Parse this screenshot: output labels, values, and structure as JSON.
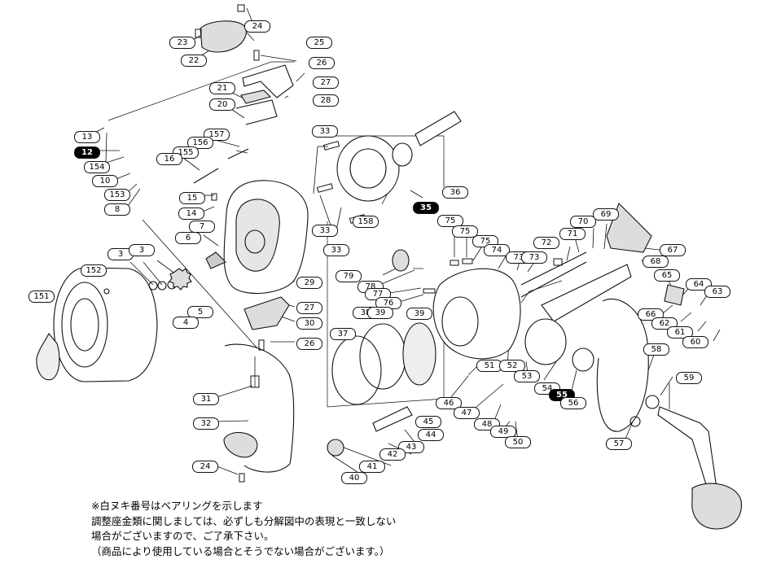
{
  "parts": [
    {
      "n": "24",
      "inverted": false
    },
    {
      "n": "23",
      "inverted": false
    },
    {
      "n": "25",
      "inverted": false
    },
    {
      "n": "22",
      "inverted": false
    },
    {
      "n": "26",
      "inverted": false
    },
    {
      "n": "27",
      "inverted": false
    },
    {
      "n": "28",
      "inverted": false
    },
    {
      "n": "21",
      "inverted": false
    },
    {
      "n": "20",
      "inverted": false
    },
    {
      "n": "13",
      "inverted": false
    },
    {
      "n": "157",
      "inverted": false
    },
    {
      "n": "33",
      "inverted": false
    },
    {
      "n": "12",
      "inverted": true
    },
    {
      "n": "156",
      "inverted": false
    },
    {
      "n": "155",
      "inverted": false
    },
    {
      "n": "16",
      "inverted": false
    },
    {
      "n": "154",
      "inverted": false
    },
    {
      "n": "10",
      "inverted": false
    },
    {
      "n": "36",
      "inverted": false
    },
    {
      "n": "153",
      "inverted": false
    },
    {
      "n": "15",
      "inverted": false
    },
    {
      "n": "8",
      "inverted": false
    },
    {
      "n": "35",
      "inverted": true
    },
    {
      "n": "14",
      "inverted": false
    },
    {
      "n": "7",
      "inverted": false
    },
    {
      "n": "33",
      "inverted": false
    },
    {
      "n": "158",
      "inverted": false
    },
    {
      "n": "75",
      "inverted": false
    },
    {
      "n": "69",
      "inverted": false
    },
    {
      "n": "75",
      "inverted": false
    },
    {
      "n": "70",
      "inverted": false
    },
    {
      "n": "6",
      "inverted": false
    },
    {
      "n": "33",
      "inverted": false
    },
    {
      "n": "75",
      "inverted": false
    },
    {
      "n": "71",
      "inverted": false
    },
    {
      "n": "3",
      "inverted": false
    },
    {
      "n": "3",
      "inverted": false
    },
    {
      "n": "74",
      "inverted": false
    },
    {
      "n": "72",
      "inverted": false
    },
    {
      "n": "73",
      "inverted": false
    },
    {
      "n": "152",
      "inverted": false
    },
    {
      "n": "79",
      "inverted": false
    },
    {
      "n": "73",
      "inverted": false
    },
    {
      "n": "67",
      "inverted": false
    },
    {
      "n": "68",
      "inverted": false
    },
    {
      "n": "5",
      "inverted": false
    },
    {
      "n": "29",
      "inverted": false
    },
    {
      "n": "78",
      "inverted": false
    },
    {
      "n": "65",
      "inverted": false
    },
    {
      "n": "151",
      "inverted": false
    },
    {
      "n": "77",
      "inverted": false
    },
    {
      "n": "64",
      "inverted": false
    },
    {
      "n": "27",
      "inverted": false
    },
    {
      "n": "76",
      "inverted": false
    },
    {
      "n": "63",
      "inverted": false
    },
    {
      "n": "4",
      "inverted": false
    },
    {
      "n": "38",
      "inverted": false
    },
    {
      "n": "39",
      "inverted": false
    },
    {
      "n": "39",
      "inverted": false
    },
    {
      "n": "66",
      "inverted": false
    },
    {
      "n": "30",
      "inverted": false
    },
    {
      "n": "62",
      "inverted": false
    },
    {
      "n": "37",
      "inverted": false
    },
    {
      "n": "61",
      "inverted": false
    },
    {
      "n": "26",
      "inverted": false
    },
    {
      "n": "60",
      "inverted": false
    },
    {
      "n": "58",
      "inverted": false
    },
    {
      "n": "51",
      "inverted": false
    },
    {
      "n": "52",
      "inverted": false
    },
    {
      "n": "53",
      "inverted": false
    },
    {
      "n": "59",
      "inverted": false
    },
    {
      "n": "54",
      "inverted": false
    },
    {
      "n": "55",
      "inverted": true
    },
    {
      "n": "31",
      "inverted": false
    },
    {
      "n": "56",
      "inverted": false
    },
    {
      "n": "46",
      "inverted": false
    },
    {
      "n": "47",
      "inverted": false
    },
    {
      "n": "45",
      "inverted": false
    },
    {
      "n": "48",
      "inverted": false
    },
    {
      "n": "49",
      "inverted": false
    },
    {
      "n": "32",
      "inverted": false
    },
    {
      "n": "44",
      "inverted": false
    },
    {
      "n": "50",
      "inverted": false
    },
    {
      "n": "57",
      "inverted": false
    },
    {
      "n": "43",
      "inverted": false
    },
    {
      "n": "42",
      "inverted": false
    },
    {
      "n": "41",
      "inverted": false
    },
    {
      "n": "24",
      "inverted": false
    },
    {
      "n": "40",
      "inverted": false
    }
  ],
  "notes": [
    "※白ヌキ番号はベアリングを示します",
    "調整座金類に関しましては、必ずしも分解図中の表現と一致しない",
    "場合がございますので、ご了承下さい。",
    "（商品により使用している場合とそうでない場合がございます。）"
  ]
}
